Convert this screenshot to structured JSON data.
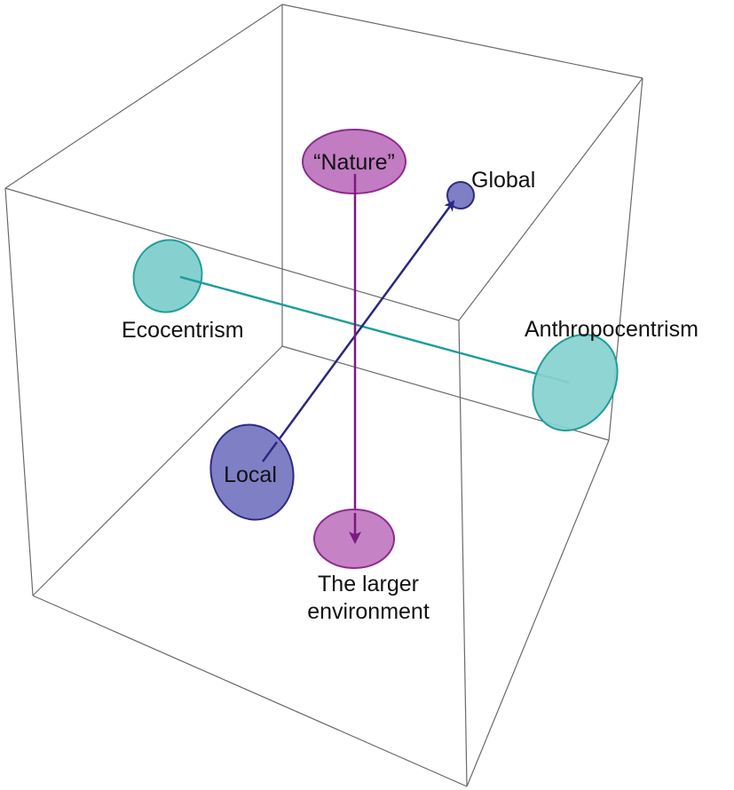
{
  "labels": {
    "nature": "“Nature”",
    "global": "Global",
    "ecocentrism": "Ecocentrism",
    "anthropocentrism": "Anthropocentrism",
    "local": "Local",
    "larger_env_line1": "The larger",
    "larger_env_line2": "environment"
  },
  "colors": {
    "magenta_fill": "#c27cc2",
    "magenta_stroke": "#8e2a8e",
    "magenta_arrow": "#7a1a80",
    "blue_fill": "#7f7fc6",
    "blue_stroke": "#2e2a86",
    "blue_arrow": "#2a2880",
    "teal_fill": "#86d1cf",
    "teal_stroke": "#1f9e98",
    "teal_line": "#1f9e98",
    "box_edge": "#6a6a6a"
  }
}
